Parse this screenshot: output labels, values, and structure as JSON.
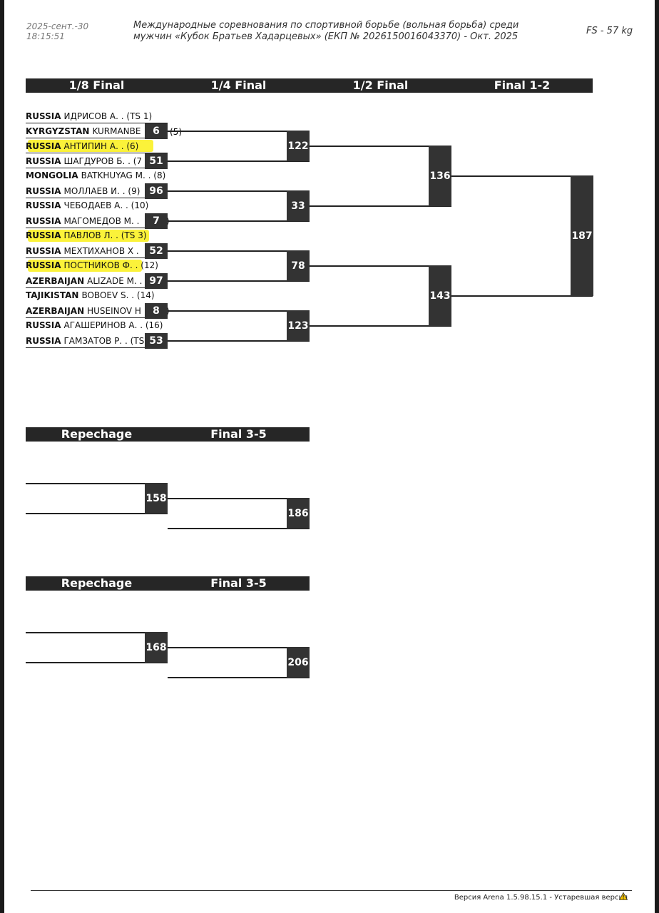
{
  "header": {
    "date": "2025-сент.-30",
    "time": "18:15:51",
    "title_line1": "Международные соревнования по спортивной борьбе (вольная борьба) среди",
    "title_line2": "мужчин «Кубок Братьев Хадарцевых» (ЕКП № 2026150016043370) - Окт. 2025",
    "category": "FS - 57 kg"
  },
  "main_bracket": {
    "round_labels": [
      "1/8 Final",
      "1/4 Final",
      "1/2 Final",
      "Final 1-2"
    ],
    "athletes": [
      {
        "country": "RUSSIA",
        "name": "ИДРИСОВ А. . (TS 1)",
        "highlighted": false
      },
      {
        "country": "KYRGYZSTAN",
        "name": "KURMANBE",
        "suffix": "(5)",
        "highlighted": false
      },
      {
        "country": "RUSSIA",
        "name": "АНТИПИН А. . (6)",
        "highlighted": true
      },
      {
        "country": "RUSSIA",
        "name": "ШАГДУРОВ Б. . (7",
        "highlighted": false
      },
      {
        "country": "MONGOLIA",
        "name": "BATKHUYAG M. . (8)",
        "highlighted": false
      },
      {
        "country": "RUSSIA",
        "name": "МОЛЛАЕВ И. . (9)",
        "highlighted": false
      },
      {
        "country": "RUSSIA",
        "name": "ЧЕБОДАЕВ А. . (10)",
        "highlighted": false
      },
      {
        "country": "RUSSIA",
        "name": "МАГОМЕДОВ М. .",
        "suffix": ")",
        "highlighted": false
      },
      {
        "country": "RUSSIA",
        "name": "ПАВЛОВ Л. . (TS 3)",
        "highlighted": true
      },
      {
        "country": "RUSSIA",
        "name": "МЕХТИХАНОВ Х .",
        "highlighted": false
      },
      {
        "country": "RUSSIA",
        "name": "ПОСТНИКОВ Ф. . (12)",
        "highlighted": true
      },
      {
        "country": "AZERBAIJAN",
        "name": "ALIZADE M. .",
        "highlighted": false
      },
      {
        "country": "TAJIKISTAN",
        "name": "BOBOEV S. . (14)",
        "highlighted": false
      },
      {
        "country": "AZERBAIJAN",
        "name": "HUSEINOV H",
        "suffix": ")",
        "highlighted": false
      },
      {
        "country": "RUSSIA",
        "name": "АГАШЕРИНОВ А. . (16)",
        "highlighted": false
      },
      {
        "country": "RUSSIA",
        "name": "ГАМЗАТОВ Р. . (TS",
        "highlighted": false
      }
    ],
    "r16_bouts": [
      "6",
      "51",
      "96",
      "7",
      "52",
      "97",
      "8",
      "53"
    ],
    "qf_bouts": [
      "122",
      "33",
      "78",
      "123"
    ],
    "sf_bouts": [
      "136",
      "143"
    ],
    "final_bout": "187"
  },
  "repechage_1": {
    "labels": [
      "Repechage",
      "Final 3-5"
    ],
    "repechage_bout": "158",
    "final_bout": "186"
  },
  "repechage_2": {
    "labels": [
      "Repechage",
      "Final 3-5"
    ],
    "repechage_bout": "168",
    "final_bout": "206"
  },
  "footer": {
    "version_text": "Версия Arena 1.5.98.15.1 - Устаревшая версия",
    "warning_icon": "warning-triangle-icon",
    "warning_color": "#f5c400"
  },
  "colors": {
    "header_bar": "#262626",
    "bout_box": "#333333",
    "highlight": "#fbf23a"
  }
}
